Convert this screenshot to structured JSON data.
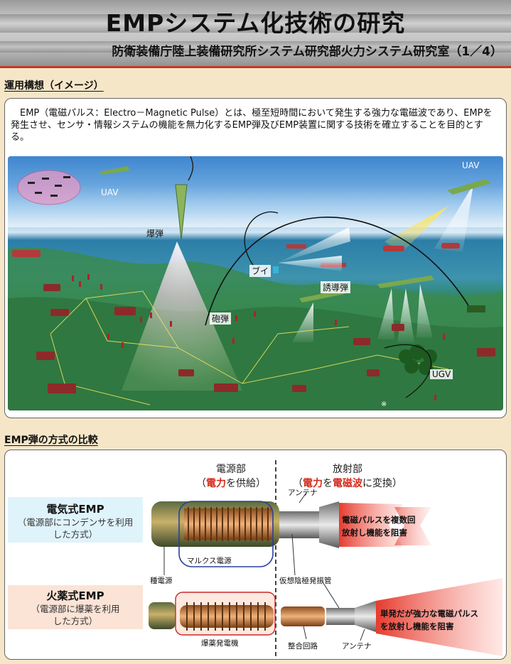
{
  "header": {
    "title": "EMPシステム化技術の研究",
    "subtitle": "防衛装備庁陸上装備研究所システム研究部火力システム研究室（1／4）"
  },
  "section1": {
    "heading": "運用構想（イメージ）",
    "intro": "EMP（電磁パルス：Electro－Magnetic Pulse）とは、極至短時間において発生する強力な電磁波であり、EMPを発生させ、センサ・情報システムの機能を無力化するEMP弾及びEMP装置に関する技術を確立することを目的とする。",
    "scene_labels": {
      "uav_left": "UAV",
      "uav_right": "UAV",
      "bomb": "爆弾",
      "buoy": "ブイ",
      "guided_missile": "誘導弾",
      "shell": "砲弾",
      "ugv": "UGV",
      "note": "※"
    }
  },
  "section2": {
    "heading": "EMP弾の方式の比較",
    "col_power": {
      "title": "電源部",
      "open": "（",
      "em1": "電力",
      "rest": "を供給）"
    },
    "col_radiate": {
      "title": "放射部",
      "open": "（",
      "em1": "電力",
      "mid": "を",
      "em2": "電磁波",
      "rest": "に変換）"
    },
    "electric": {
      "title": "電気式EMP",
      "desc_l1": "（電源部にコンデンサを利用",
      "desc_l2": "した方式）",
      "effect_l1": "電磁パルスを複数回",
      "effect_l2": "放射し機能を阻害",
      "marx_label": "マルクス電源",
      "antenna_label": "アンテナ"
    },
    "explosive": {
      "title": "火薬式EMP",
      "desc_l1": "（電源部に爆薬を利用",
      "desc_l2": "した方式）",
      "effect_l1": "単発だが強力な電磁パルス",
      "effect_l2": "を放射し機能を阻害",
      "seed_label": "種電源",
      "generator_label": "爆薬発電機",
      "vircator_label": "仮想陰極発振管",
      "matching_label": "整合回路",
      "antenna_label": "アンテナ"
    },
    "colors": {
      "accent_red": "#d62a1c",
      "electric_box": "#dff3fb",
      "explosive_box": "#fbe3d6",
      "marx_frame": "#2a3f9b",
      "generator_frame": "#c62a2a"
    }
  }
}
